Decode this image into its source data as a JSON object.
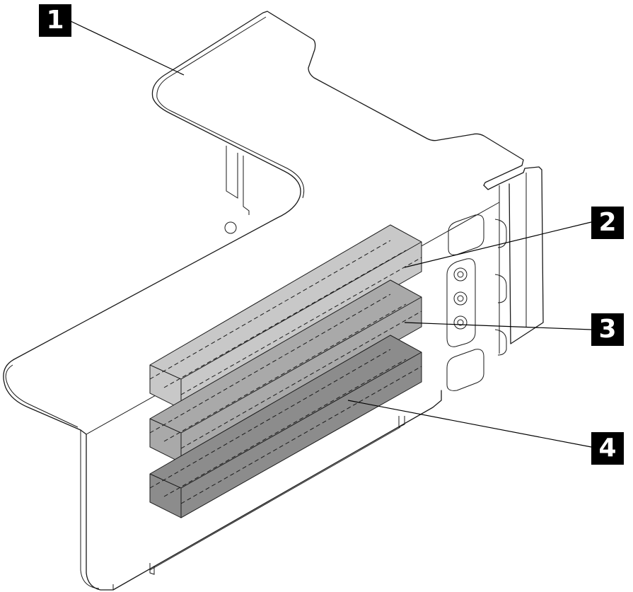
{
  "callouts": [
    {
      "number": "1"
    },
    {
      "number": "2"
    },
    {
      "number": "3"
    },
    {
      "number": "4"
    }
  ],
  "colors": {
    "slot_top": "#c8c8c8",
    "slot_middle": "#a9a9a9",
    "slot_bottom": "#8c8c8c",
    "callout_background": "#000000",
    "callout_text": "#ffffff",
    "line": "#1a1a1a"
  }
}
